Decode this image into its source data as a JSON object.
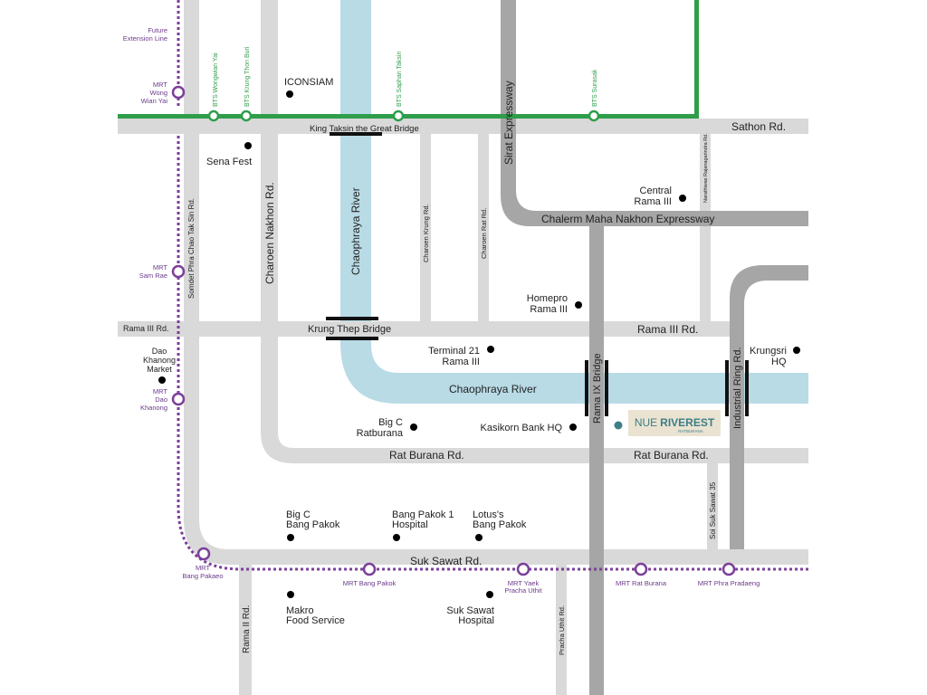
{
  "roads": {
    "sathon": "Sathon Rd.",
    "king_taksin": "King Taksin the Great Bridge",
    "sirat": "Sirat Expressway",
    "chalerm": "Chalerm Maha Nakhon Expressway",
    "charoen_nakhon": "Charoen Nakhon Rd.",
    "somdet": "Somdet Phra Chao Tak Sin Rd.",
    "charoen_krung": "Charoen Krung Rd.",
    "charoen_rat": "Charoen Rat Rd.",
    "narathiwas": "Narathiwas Rajanagarindra Rd.",
    "rama3_left": "Rama III Rd.",
    "krung_thep": "Krung Thep Bridge",
    "rama3_right": "Rama III Rd.",
    "rama9": "Rama IX Bridge",
    "industrial": "Industrial Ring Rd.",
    "rat_burana_left": "Rat Burana Rd.",
    "rat_burana_right": "Rat Burana Rd.",
    "soi_suk_sawat": "Soi Suk Sawat 35",
    "suk_sawat": "Suk Sawat Rd.",
    "rama2": "Rama II Rd.",
    "pracha_uthit": "Pracha Uthit Rd."
  },
  "rivers": {
    "vertical": "Chaophraya River",
    "horizontal": "Chaophraya River"
  },
  "pois": [
    {
      "line1": "ICONSIAM",
      "line2": ""
    },
    {
      "line1": "Sena Fest",
      "line2": ""
    },
    {
      "line1": "Central",
      "line2": "Rama III"
    },
    {
      "line1": "Homepro",
      "line2": "Rama III"
    },
    {
      "line1": "Terminal 21",
      "line2": "Rama III"
    },
    {
      "line1": "Krungsri",
      "line2": "HQ"
    },
    {
      "line1": "Dao",
      "line2": "Khanong",
      "line3": "Market"
    },
    {
      "line1": "Big C",
      "line2": "Ratburana"
    },
    {
      "line1": "Kasikorn Bank HQ",
      "line2": ""
    },
    {
      "line1": "Big C",
      "line2": "Bang Pakok"
    },
    {
      "line1": "Bang Pakok 1",
      "line2": "Hospital"
    },
    {
      "line1": "Lotus's",
      "line2": "Bang Pakok"
    },
    {
      "line1": "Makro",
      "line2": "Food Service"
    },
    {
      "line1": "Suk Sawat",
      "line2": "Hospital"
    }
  ],
  "bts_stations": [
    "BTS Wongwian Yai",
    "BTS Krung Thon Buri",
    "BTS Saphan Taksin",
    "BTS Surasak"
  ],
  "mrt": {
    "future": [
      "Future",
      "Extension Line"
    ],
    "wong_wian_yai": [
      "MRT",
      "Wong",
      "Wian Yai"
    ],
    "sam_rae": [
      "MRT",
      "Sam Rae"
    ],
    "dao_khanong": [
      "MRT",
      "Dao",
      "Khanong"
    ],
    "bang_pakaeo": [
      "MRT",
      "Bang Pakaeo"
    ],
    "bang_pakok": "MRT Bang Pakok",
    "yaek_pracha_uthit": [
      "MRT Yaek",
      "Pracha Uthit"
    ],
    "rat_burana": "MRT Rat Burana",
    "phra_pradaeng": "MRT Phra Pradaeng"
  },
  "project": {
    "name_prefix": "NUE",
    "name_main": "RIVEREST",
    "subtitle": "RATBURANA",
    "badge_bg": "#eae3d2",
    "name_color": "#3d7e87"
  },
  "colors": {
    "bts_line": "#2e9e4a",
    "mrt_line": "#7b3f98",
    "river": "#b8dbe6",
    "road_light": "#d9d9d9",
    "road_dark": "#a6a6a6"
  }
}
